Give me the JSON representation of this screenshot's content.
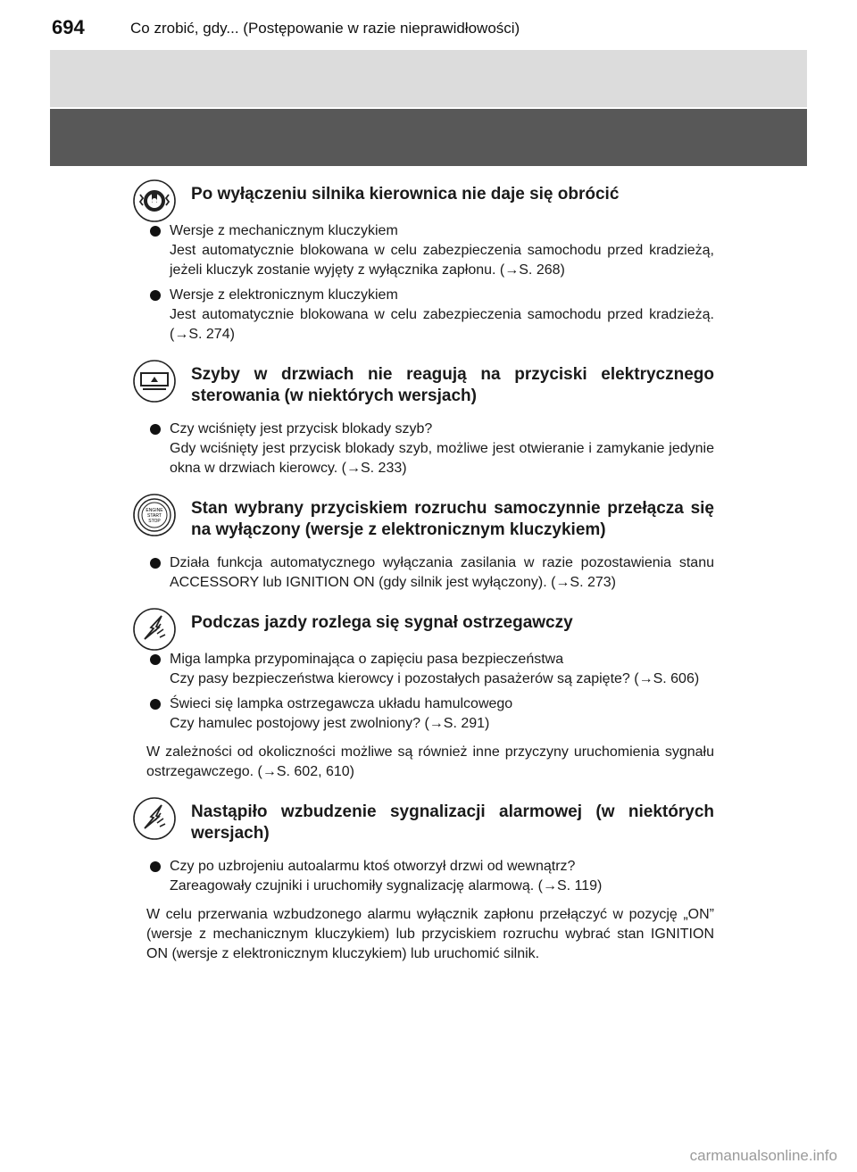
{
  "header": {
    "page_number": "694",
    "title": "Co zrobić, gdy... (Postępowanie w razie nieprawidłowości)"
  },
  "sections": [
    {
      "icon": "steering-lock-icon",
      "title": "Po wyłączeniu silnika kierownica nie daje się obrócić",
      "items": [
        {
          "title": "Wersje z mechanicznym kluczykiem",
          "body": "Jest automatycznie blokowana w celu zabezpieczenia samochodu przed kradzieżą, jeżeli kluczyk zostanie wyjęty z wyłącznika zapłonu. (→S. 268)"
        },
        {
          "title": "Wersje z elektronicznym kluczykiem",
          "body": "Jest automatycznie blokowana w celu zabezpieczenia samochodu przed kradzieżą. (→S. 274)"
        }
      ]
    },
    {
      "icon": "power-window-icon",
      "title": "Szyby w drzwiach nie reagują na przyciski elektrycznego sterowania (w niektórych wersjach)",
      "items": [
        {
          "title": "Czy wciśnięty jest przycisk blokady szyb?",
          "body": "Gdy wciśnięty jest przycisk blokady szyb, możliwe jest otwieranie i zamykanie jedynie okna w drzwiach kierowcy. (→S. 233)"
        }
      ]
    },
    {
      "icon": "engine-start-stop-icon",
      "icon_text": [
        "ENGINE",
        "START",
        "STOP"
      ],
      "title": "Stan wybrany przyciskiem rozruchu samoczynnie przełącza się na wyłączony (wersje z elektronicznym kluczykiem)",
      "items": [
        {
          "title": "",
          "body": "Działa funkcja automatycznego wyłączania zasilania w razie pozostawienia stanu ACCESSORY lub IGNITION ON (gdy silnik jest wyłączony). (→S. 273)"
        }
      ]
    },
    {
      "icon": "warning-sound-icon",
      "title": "Podczas jazdy rozlega się sygnał ostrzegawczy",
      "items": [
        {
          "title": "Miga lampka przypominająca o zapięciu pasa bezpieczeństwa",
          "body": "Czy pasy bezpieczeństwa kierowcy i pozostałych pasażerów są zapięte? (→S. 606)"
        },
        {
          "title": "Świeci się lampka ostrzegawcza układu hamulcowego",
          "body": "Czy hamulec postojowy jest zwolniony? (→S. 291)"
        }
      ],
      "note": "W zależności od okoliczności możliwe są również inne przyczyny uruchomienia sygnału ostrzegawczego. (→S. 602, 610)"
    },
    {
      "icon": "alarm-sound-icon",
      "title": "Nastąpiło wzbudzenie sygnalizacji alarmowej (w niektórych wersjach)",
      "items": [
        {
          "title": "Czy po uzbrojeniu autoalarmu ktoś otworzył drzwi od wewnątrz?",
          "body": "Zareagowały czujniki i uruchomiły sygnalizację alarmową. (→S. 119)"
        }
      ],
      "note": "W celu przerwania wzbudzonego alarmu wyłącznik zapłonu przełączyć w pozycję „ON” (wersje z mechanicznym kluczykiem) lub przyciskiem rozruchu wybrać stan IGNITION ON (wersje z elektronicznym kluczykiem) lub uruchomić silnik."
    }
  ],
  "watermark": "carmanualsonline.info"
}
